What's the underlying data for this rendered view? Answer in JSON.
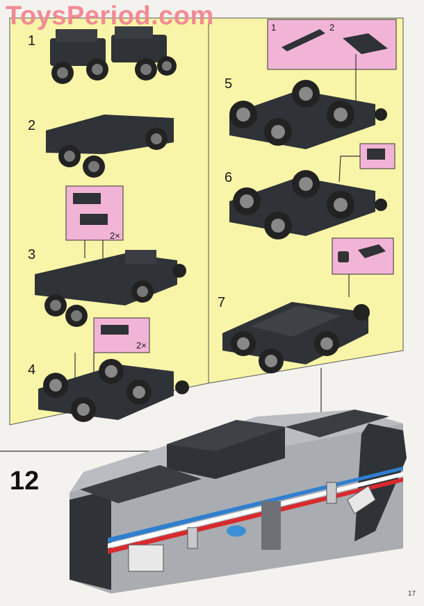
{
  "watermark": "ToysPeriod.com",
  "substeps": [
    {
      "label": "1"
    },
    {
      "label": "2"
    },
    {
      "label": "3"
    },
    {
      "label": "4"
    },
    {
      "label": "5"
    },
    {
      "label": "6"
    },
    {
      "label": "7"
    }
  ],
  "callouts": {
    "step3_multiplier": "2×",
    "step4_multiplier": "2×",
    "step5_part_a": "1",
    "step5_part_b": "2"
  },
  "main_step": "12",
  "page_number": "17",
  "colors": {
    "background": "#f4f2ee",
    "substep_panel": "#f8f5a8",
    "callout_panel": "#f2b4d6",
    "brick_dark": "#2f3236",
    "body_grey": "#a9acb1",
    "stripe_red": "#d82a2e",
    "stripe_blue": "#2f7fd0",
    "logo_blue": "#3a8fd6"
  }
}
